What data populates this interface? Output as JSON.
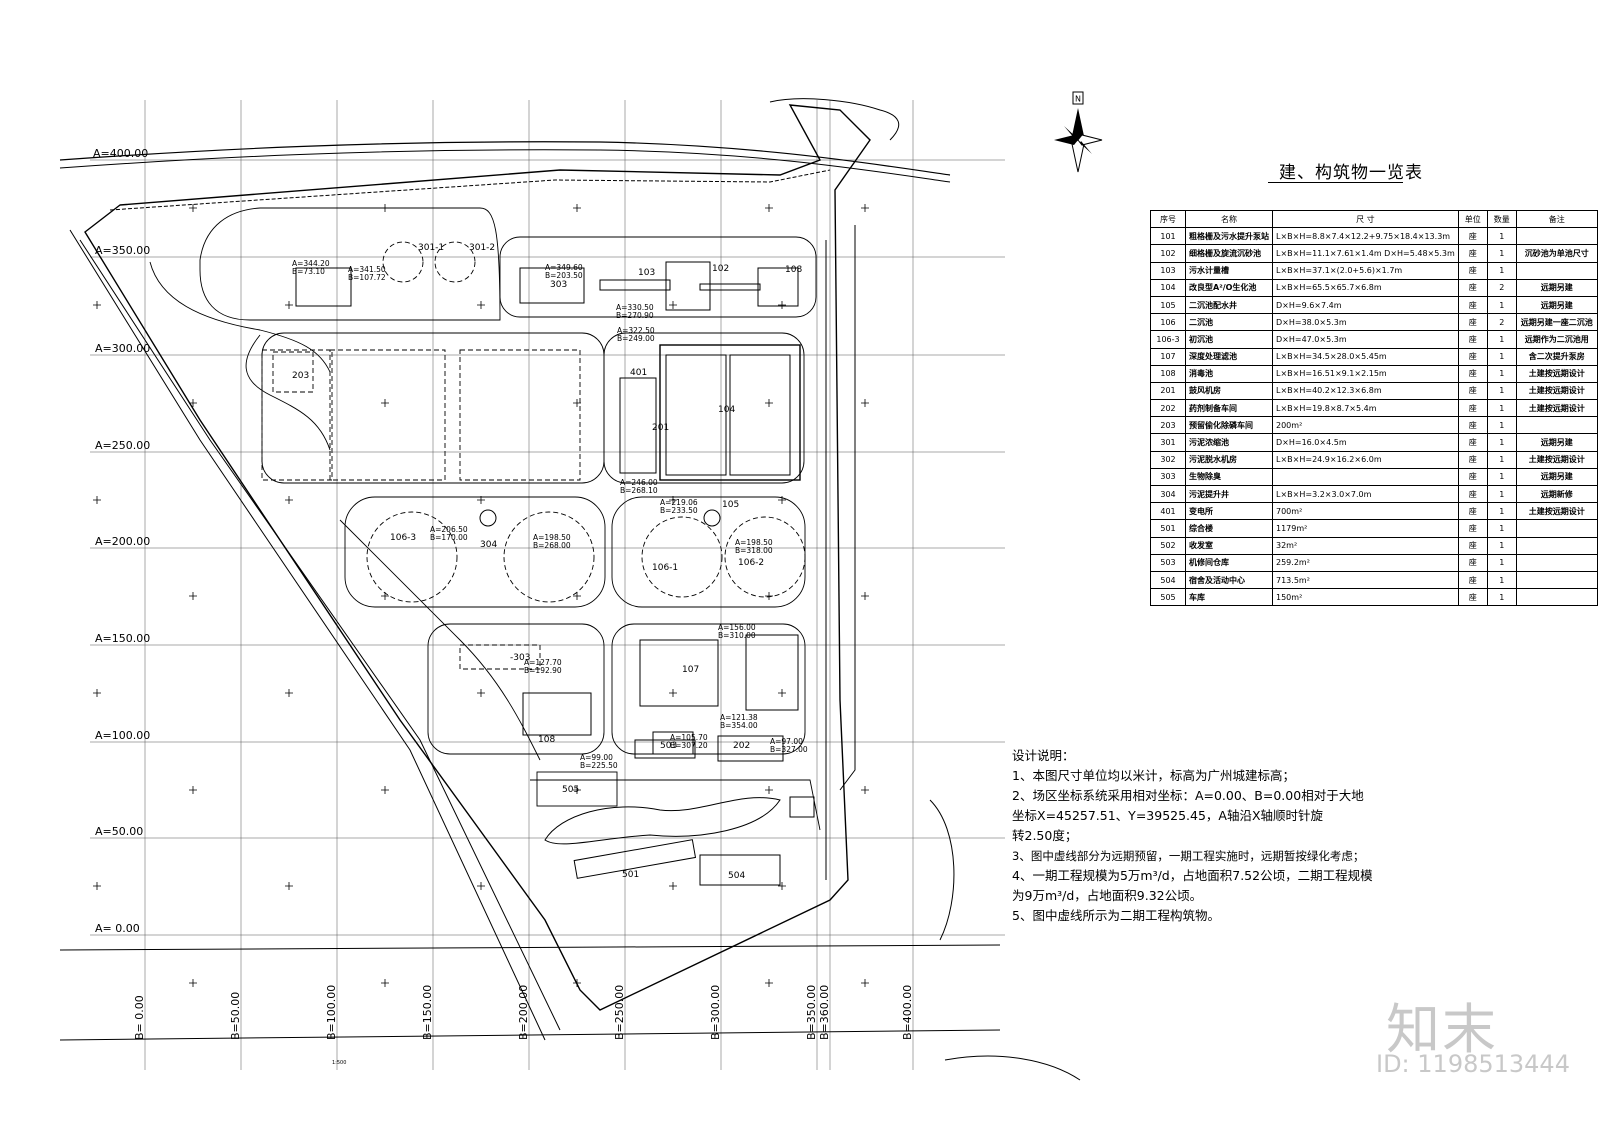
{
  "table": {
    "title": "建、构筑物一览表",
    "headers": [
      "序号",
      "名称",
      "尺 寸",
      "单位",
      "数量",
      "备注"
    ],
    "rows": [
      [
        "101",
        "粗格栅及污水提升泵站",
        "L×B×H=8.8×7.4×12.2+9.75×18.4×13.3m",
        "座",
        "1",
        ""
      ],
      [
        "102",
        "细格栅及旋流沉砂池",
        "L×B×H=11.1×7.61×1.4m  D×H=5.48×5.3m",
        "座",
        "1",
        "沉砂池为单池尺寸"
      ],
      [
        "103",
        "污水计量槽",
        "L×B×H=37.1×(2.0+5.6)×1.7m",
        "座",
        "1",
        ""
      ],
      [
        "104",
        "改良型A²/O生化池",
        "L×B×H=65.5×65.7×6.8m",
        "座",
        "2",
        "远期另建"
      ],
      [
        "105",
        "二沉池配水井",
        "D×H=9.6×7.4m",
        "座",
        "1",
        "远期另建"
      ],
      [
        "106",
        "二沉池",
        "D×H=38.0×5.3m",
        "座",
        "2",
        "远期另建一座二沉池"
      ],
      [
        "106-3",
        "初沉池",
        "D×H=47.0×5.3m",
        "座",
        "1",
        "远期作为二沉池用"
      ],
      [
        "107",
        "深度处理滤池",
        "L×B×H=34.5×28.0×5.45m",
        "座",
        "1",
        "含二次提升泵房"
      ],
      [
        "108",
        "消毒池",
        "L×B×H=16.51×9.1×2.15m",
        "座",
        "1",
        "土建按远期设计"
      ],
      [
        "201",
        "鼓风机房",
        "L×B×H=40.2×12.3×6.8m",
        "座",
        "1",
        "土建按远期设计"
      ],
      [
        "202",
        "药剂制备车间",
        "L×B×H=19.8×8.7×5.4m",
        "座",
        "1",
        "土建按远期设计"
      ],
      [
        "203",
        "预留偷化除磷车间",
        "200m²",
        "座",
        "1",
        ""
      ],
      [
        "301",
        "污泥浓缩池",
        "D×H=16.0×4.5m",
        "座",
        "1",
        "远期另建"
      ],
      [
        "302",
        "污泥脱水机房",
        "L×B×H=24.9×16.2×6.0m",
        "座",
        "1",
        "土建按远期设计"
      ],
      [
        "303",
        "生物除臭",
        "",
        "座",
        "1",
        "远期另建"
      ],
      [
        "304",
        "污泥提升井",
        "L×B×H=3.2×3.0×7.0m",
        "座",
        "1",
        "远期新修"
      ],
      [
        "401",
        "变电所",
        "700m²",
        "座",
        "1",
        "土建按远期设计"
      ],
      [
        "501",
        "综合楼",
        "1179m²",
        "座",
        "1",
        ""
      ],
      [
        "502",
        "收发室",
        "32m²",
        "座",
        "1",
        ""
      ],
      [
        "503",
        "机修间仓库",
        "259.2m²",
        "座",
        "1",
        ""
      ],
      [
        "504",
        "宿舍及活动中心",
        "713.5m²",
        "座",
        "1",
        ""
      ],
      [
        "505",
        "车库",
        "150m²",
        "座",
        "1",
        ""
      ]
    ]
  },
  "notes": {
    "title": "设计说明：",
    "lines": [
      "1、本图尺寸单位均以米计，标高为广州城建标高；",
      "2、场区坐标系统采用相对坐标：A=0.00、B=0.00相对于大地",
      "坐标X=45257.51、Y=39525.45，A轴沿X轴顺时针旋",
      "转2.50度；",
      "3、图中虚线部分为远期预留，一期工程实施时，远期暂按绿化考虑；",
      "4、一期工程规模为5万m³/d，占地面积7.52公顷，二期工程规模",
      "为9万m³/d，占地面积9.32公顷。",
      "5、图中虚线所示为二期工程构筑物。"
    ]
  },
  "axes": {
    "a_labels": [
      "A=400.00",
      "A=350.00",
      "A=300.00",
      "A=250.00",
      "A=200.00",
      "A=150.00",
      "A=100.00",
      "A=50.00",
      "A= 0.00"
    ],
    "b_labels": [
      "B= 0.00",
      "B=50.00",
      "B=100.00",
      "B=150.00",
      "B=200.00",
      "B=250.00",
      "B=300.00",
      "B=350.00",
      "B=360.00",
      "B=400.00"
    ]
  },
  "structures": [
    "301-1",
    "301-2",
    "303",
    "102",
    "103",
    "108",
    "203",
    "401",
    "201",
    "104",
    "105",
    "304",
    "106-3",
    "106-1",
    "106-2",
    "-303",
    "107",
    "108",
    "503",
    "202",
    "505",
    "501",
    "504"
  ],
  "coords": [
    "A=341.50\nB=107.72",
    "A=344.20\nB=73.10",
    "A=349.60\nB=203.50",
    "A=330.50\nB=270.90",
    "A=322.50\nB=249.00",
    "A=246.00\nB=268.10",
    "A=206.50\nB=170.00",
    "A=198.50\nB=268.00",
    "A=198.50\nB=318.00",
    "A=127.70\nB=192.90",
    "A=99.00\nB=225.50",
    "A=105.70\nB=307.20",
    "A=121.38\nB=354.00",
    "A=156.00\nB=310.00",
    "A=97.00\nB=327.00",
    "A=219.06\nB=233.50"
  ],
  "brand": {
    "name": "知末",
    "id": "ID: 1198513444"
  },
  "scale": "1:500"
}
